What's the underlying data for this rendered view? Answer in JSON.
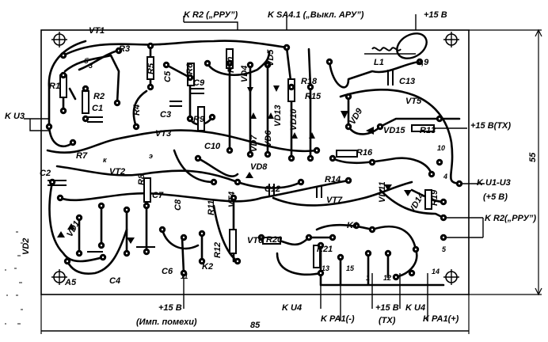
{
  "board": {
    "designator": "A5",
    "width_dim": "85",
    "height_dim": "55"
  },
  "labels": {
    "top_kr2": "K R2 („РРУ”)",
    "top_ksa": "K SA4.1 („Выкл. АРУ”)",
    "top_15v": "+15 В",
    "k_u3": "K  U3",
    "plus15_tx": "+15 В(ТХ)",
    "k_u1u3": "K U1-U3",
    "plus5": "(+5 В)",
    "right_kr2": "K R2(„РРУ”)",
    "bot_15v": "+15 В",
    "bot_imp": "(Имп. помехи)",
    "bot_ku4a": "K U4",
    "bot_kpa1m": "K PA1(-)",
    "bot_15v_tx": "+15 В",
    "bot_tx": "(ТХ)",
    "bot_ku4b": "K U4",
    "bot_kpa1p": "K PA1(+)"
  },
  "components": {
    "VT1": "VT1",
    "VT2": "VT2",
    "VT3": "VT3",
    "VT4": "VT4",
    "VT5": "VT5",
    "VT6": "VT6",
    "VT7": "VT7",
    "R1": "R1",
    "R2": "R2",
    "R3": "R3",
    "R4": "R4",
    "R5": "R5",
    "R6": "R6",
    "R7": "R7",
    "R8": "R8",
    "R9": "R9",
    "R10": "R10",
    "R11": "R11",
    "R12": "R12",
    "R13": "R13",
    "R14": "R14",
    "R15": "R15",
    "R16": "R16",
    "R18": "R18",
    "R19": "R19",
    "R20": "R20",
    "R21": "R21",
    "C1": "C1",
    "C2": "C2",
    "C3": "C3",
    "C4": "C4",
    "C5": "C5",
    "C6": "C6",
    "C7": "C7",
    "C8": "C8",
    "C9": "C9",
    "C10": "C10",
    "C12": "C12",
    "C13": "C13",
    "VD1": "VD1",
    "VD2": "VD2",
    "VD4": "VD4",
    "VD5": "VD5",
    "VD6": "VD6",
    "VD7": "VD7",
    "VD8": "VD8",
    "VD9": "VD9",
    "VD10": "VD10",
    "VD11": "VD11",
    "VD13": "VD13",
    "VD14": "VD14",
    "VD15": "VD15",
    "L1": "L1",
    "K1": "K1",
    "K2": "K2",
    "L1_val": "3,9"
  },
  "pins": [
    "3",
    "4",
    "5",
    "10",
    "11",
    "13",
    "15",
    "1",
    "12",
    "14",
    "б",
    "к",
    "э"
  ]
}
